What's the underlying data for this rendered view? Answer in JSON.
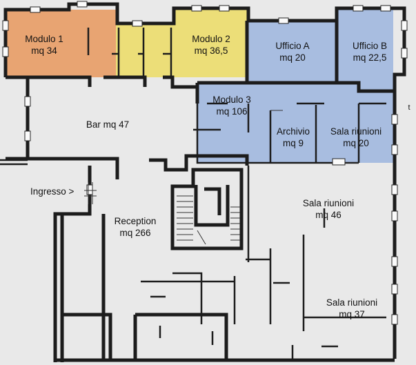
{
  "colors": {
    "background": "#e9e9e9",
    "modulo_1": "#e8a472",
    "modulo_2": "#ecde78",
    "uffici": "#a8bde0",
    "wall": "#1c1c1c"
  },
  "rooms": {
    "modulo_1": {
      "name": "Modulo 1",
      "area": "mq 34"
    },
    "modulo_2": {
      "name": "Modulo 2",
      "area": "mq 36,5"
    },
    "ufficio_a": {
      "name": "Ufficio A",
      "area": "mq 20"
    },
    "ufficio_b": {
      "name": "Ufficio B",
      "area": "mq 22,5"
    },
    "modulo_3": {
      "name": "Modulo 3",
      "area": "mq 106"
    },
    "archivio": {
      "name": "Archivio",
      "area": "mq 9"
    },
    "sala_riunioni_20": {
      "name": "Sala riunioni",
      "area": "mq 20"
    },
    "bar": {
      "name": "Bar mq 47"
    },
    "reception": {
      "name": "Reception",
      "area": "mq 266"
    },
    "sala_riunioni_46": {
      "name": "Sala riunioni",
      "area": "mq 46"
    },
    "sala_riunioni_37": {
      "name": "Sala riunioni",
      "area": "mq 37"
    }
  },
  "entrance_label": "Ingresso >",
  "edge_mark": "t"
}
